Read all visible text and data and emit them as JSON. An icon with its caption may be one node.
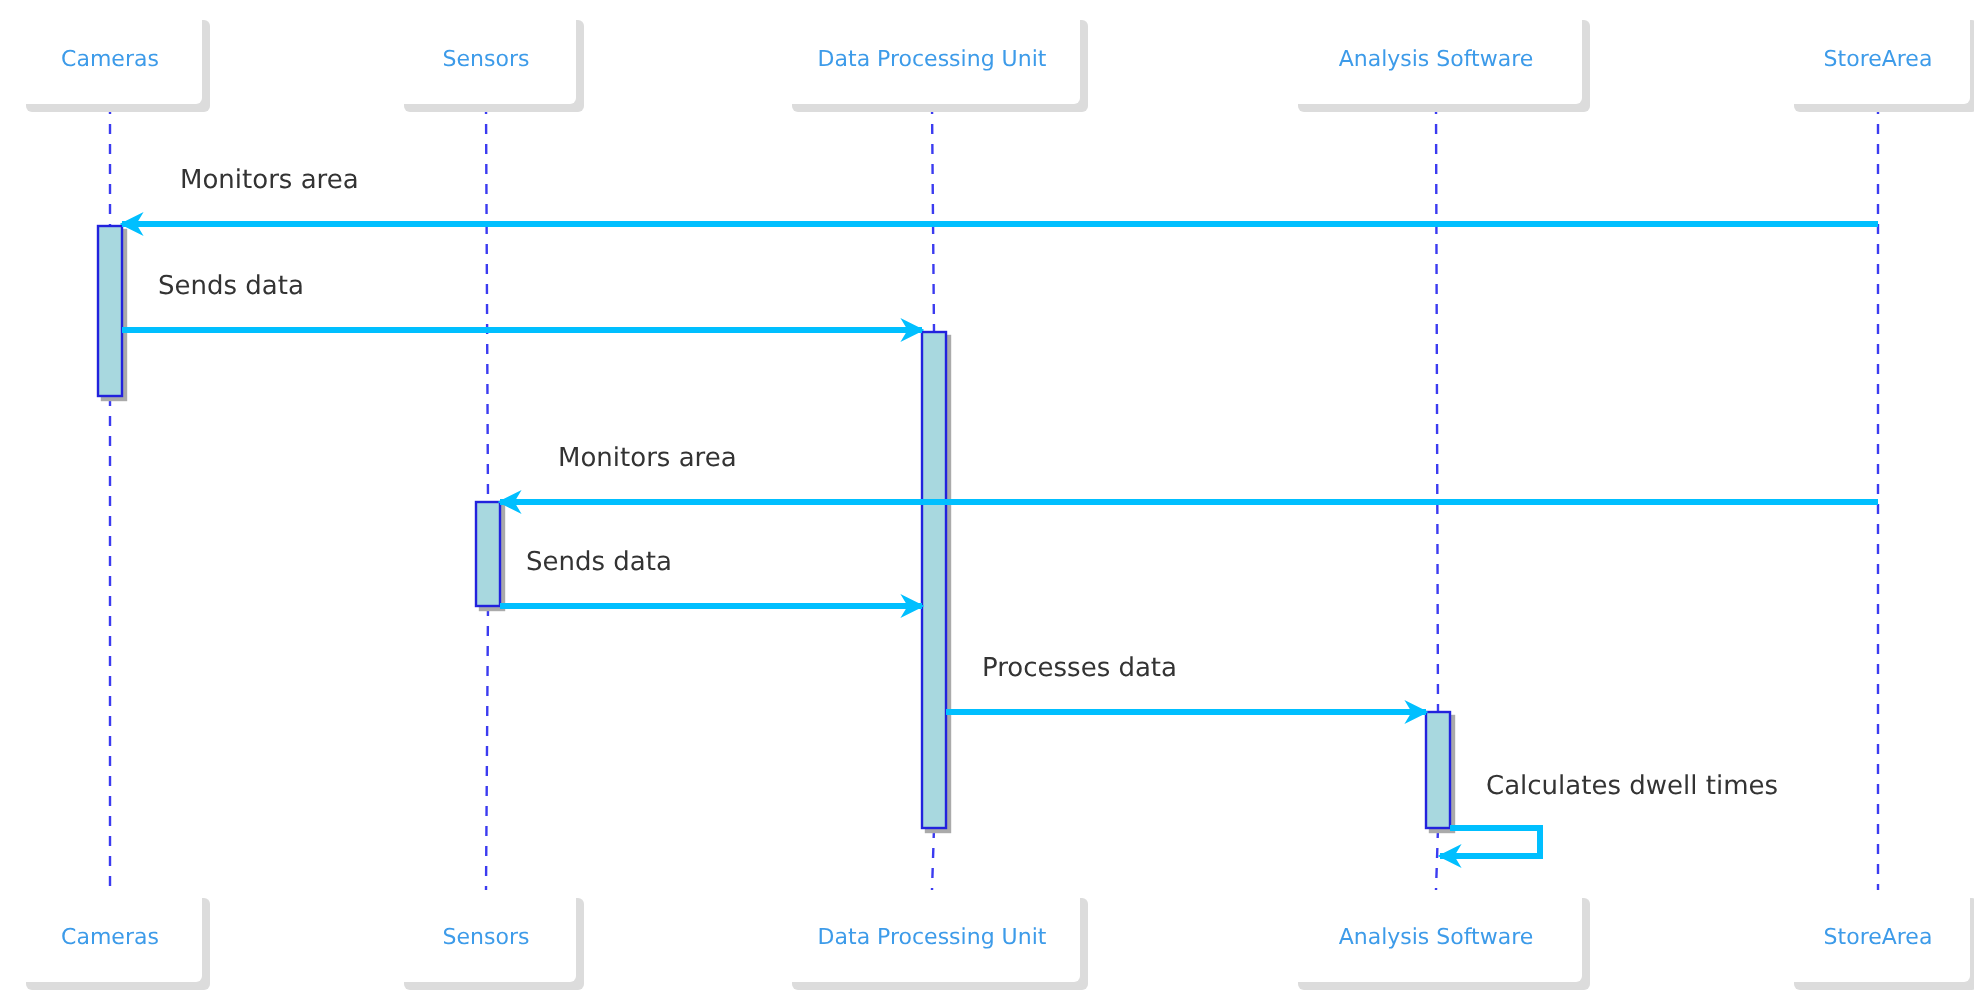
{
  "diagram": {
    "nodes": [
      {
        "text": [
          "Cameras"
        ]
      },
      {
        "text": [
          "Sensors"
        ]
      },
      {
        "text": [
          "Data Processing Unit"
        ]
      },
      {
        "text": [
          "Analysis Software"
        ]
      },
      {
        "text": [
          "StoreArea"
        ]
      },
      {
        "text": [
          "Cameras"
        ]
      },
      {
        "text": [
          "Sensors"
        ]
      },
      {
        "text": [
          "Data Processing Unit"
        ]
      },
      {
        "text": [
          "Analysis Software"
        ]
      },
      {
        "text": [
          "StoreArea"
        ]
      },
      {
        "text": [],
        "shape": "bar"
      },
      {
        "text": [],
        "shape": "bar"
      },
      {
        "text": [],
        "shape": "bar"
      },
      {
        "text": [],
        "shape": "bar"
      }
    ],
    "edges": [
      {
        "from": null,
        "to": 10,
        "arrow": "to",
        "label": "Monitors area",
        "style": "thick",
        "color": "#00bfff"
      },
      {
        "from": 10,
        "to": 11,
        "arrow": "to",
        "label": "Sends data",
        "style": "thick",
        "color": "#00bfff"
      },
      {
        "from": null,
        "to": 12,
        "arrow": "to",
        "label": "Monitors area",
        "style": "thick",
        "color": "#00bfff"
      },
      {
        "from": 12,
        "to": 11,
        "arrow": "to",
        "label": "Sends data",
        "style": "thick",
        "color": "#00bfff"
      },
      {
        "from": 11,
        "to": 13,
        "arrow": "to",
        "label": "Processes data",
        "style": "thick",
        "color": "#00bfff"
      },
      {
        "from": 13,
        "to": 13,
        "arrow": "to",
        "label": "Calculates dwell times",
        "style": "thick",
        "color": "#00bfff"
      },
      {
        "from": 0,
        "to": 10,
        "arrow": "none",
        "style": "dashed"
      },
      {
        "from": 10,
        "to": 5,
        "arrow": "none",
        "style": "dashed"
      },
      {
        "from": 1,
        "to": 12,
        "arrow": "none",
        "style": "dashed"
      },
      {
        "from": 12,
        "to": 6,
        "arrow": "none",
        "style": "dashed"
      },
      {
        "from": 2,
        "to": 11,
        "arrow": "none",
        "style": "dashed"
      },
      {
        "from": 11,
        "to": 7,
        "arrow": "none",
        "style": "dashed"
      },
      {
        "from": 3,
        "to": 13,
        "arrow": "none",
        "style": "dashed"
      },
      {
        "from": 13,
        "to": 8,
        "arrow": "none",
        "style": "dashed"
      },
      {
        "from": 4,
        "to": 9,
        "arrow": "none",
        "style": "dashed"
      }
    ]
  }
}
